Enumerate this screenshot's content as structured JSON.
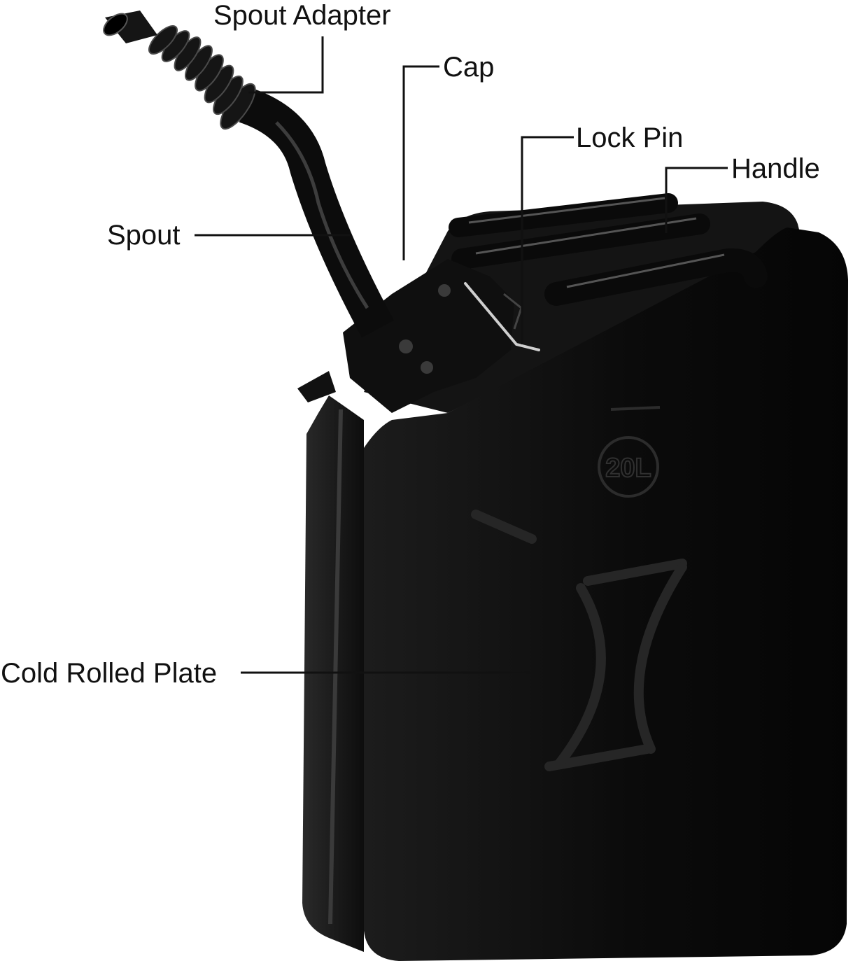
{
  "labels": {
    "spout_adapter": "Spout Adapter",
    "cap": "Cap",
    "lock_pin": "Lock Pin",
    "handle": "Handle",
    "spout": "Spout",
    "cold_rolled_plate": "Cold Rolled Plate"
  },
  "can_badge": "20L",
  "colors": {
    "background": "#ffffff",
    "can_body": "#0b0b0b",
    "leader_line": "#111111"
  }
}
